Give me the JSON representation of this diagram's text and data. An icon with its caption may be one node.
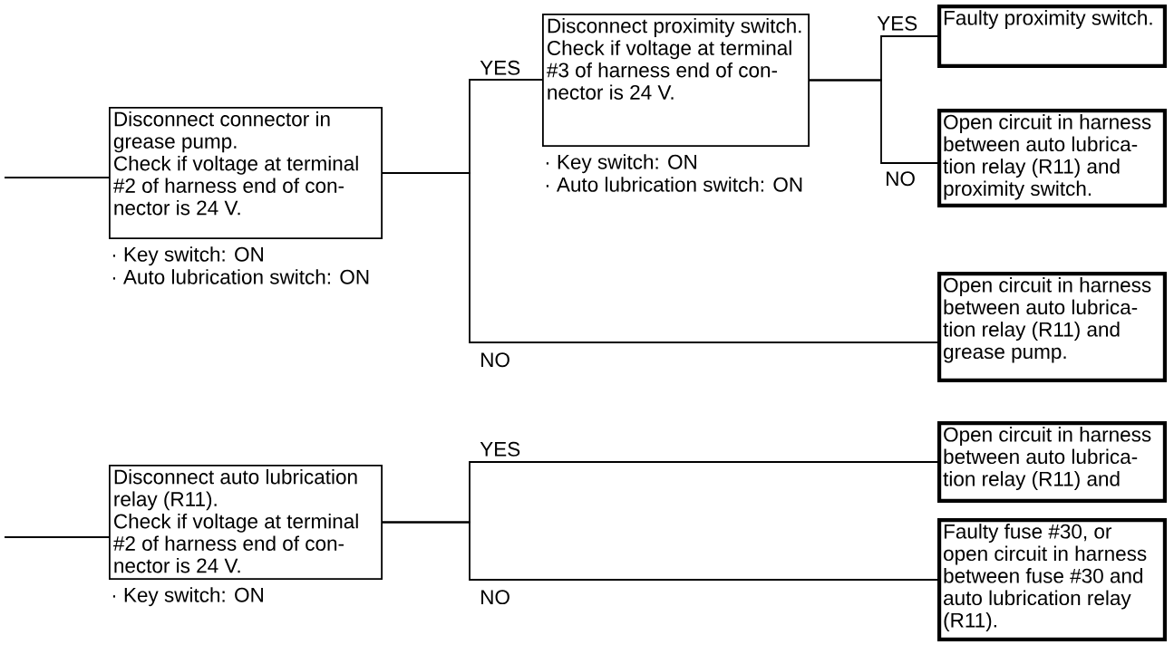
{
  "diagram": {
    "nodes": [
      {
        "text": [
          "Disconnect connector in grease pump.",
          "Check if voltage at terminal #2 of harness end of con- nector is 24 V."
        ],
        "beside": [
          "· Key switch: ON",
          "· Auto lubrication switch: ON"
        ]
      },
      {
        "text": [
          "Disconnect proximity switch.",
          "Check if voltage at terminal #3 of harness end of con- nector is 24 V."
        ],
        "beside": [
          "· Key switch: ON",
          "· Auto lubrication switch: ON"
        ]
      },
      {
        "text": [
          "Faulty proximity switch."
        ]
      },
      {
        "text": [
          "Open circuit in harness between auto lubrica- tion relay (R11) and proximity switch."
        ]
      },
      {
        "text": [
          "Open circuit in harness between auto lubrica- tion relay (R11) and grease pump."
        ]
      },
      {
        "text": [
          "Disconnect auto lubrication relay (R11).",
          "Check if voltage at terminal #2 of harness end of con- nector is 24 V."
        ],
        "beside": [
          "· Key switch: ON"
        ]
      },
      {
        "text": [
          "Open circuit in harness between auto lubrica- tion relay (R11) and"
        ]
      },
      {
        "text": [
          "Faulty fuse #30, or open circuit in harness between fuse #30 and auto lubrication relay (R11)."
        ]
      }
    ],
    "edges": [
      {
        "from": null,
        "to": 0,
        "arrow": "none"
      },
      {
        "from": 0,
        "to": 1,
        "arrow": "none",
        "label": "YES"
      },
      {
        "from": 0,
        "to": 4,
        "arrow": "none",
        "label": "NO"
      },
      {
        "from": 1,
        "to": 2,
        "arrow": "none",
        "label": "YES"
      },
      {
        "from": 1,
        "to": 3,
        "arrow": "none",
        "label": "NO"
      },
      {
        "from": null,
        "to": 5,
        "arrow": "none"
      },
      {
        "from": 5,
        "to": 6,
        "arrow": "none",
        "label": "YES"
      },
      {
        "from": 5,
        "to": 7,
        "arrow": "none",
        "label": "NO"
      }
    ]
  }
}
